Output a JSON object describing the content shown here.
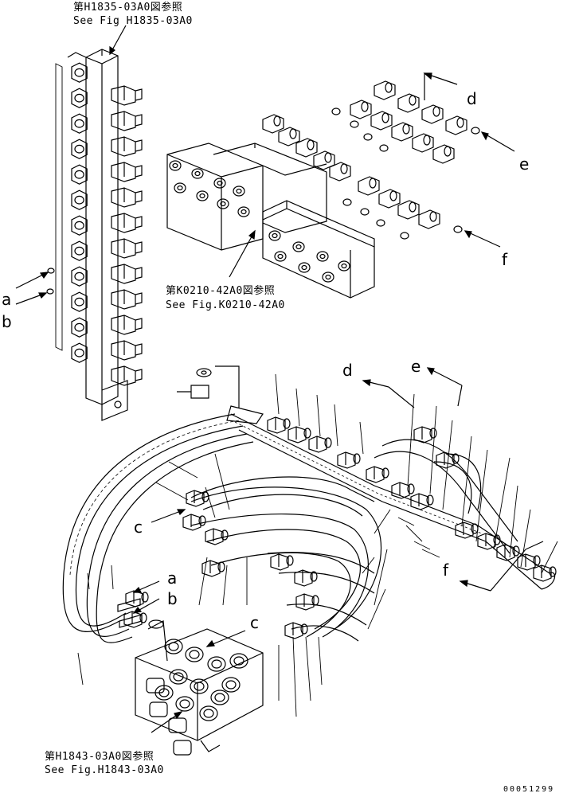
{
  "references": {
    "top_left": {
      "line1": "第H1835-03A0図参照",
      "line2": "See Fig H1835-03A0"
    },
    "top_right": {
      "line1": "第K0210-42A0図参照",
      "line2": "See Fig.K0210-42A0"
    },
    "bottom": {
      "line1": "第H1843-03A0図参照",
      "line2": "See Fig.H1843-03A0"
    }
  },
  "callouts": {
    "a_left": "a",
    "b_left": "b",
    "d_top": "d",
    "e_top": "e",
    "f_top": "f",
    "d_mid": "d",
    "e_mid": "e",
    "f_mid": "f",
    "c_left": "c",
    "c_mid": "c",
    "a_mid": "a",
    "b_mid": "b"
  },
  "drawing_code": "00051299"
}
